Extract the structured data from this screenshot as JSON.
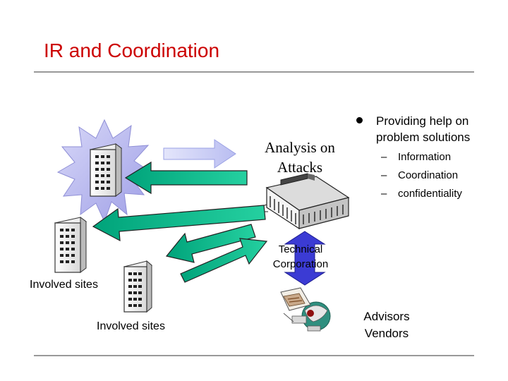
{
  "slide": {
    "title": "IR and Coordination",
    "analysis_line1": "Analysis on",
    "analysis_line2": "Attacks",
    "bullet": {
      "line1": "Providing help on",
      "line2": "problem solutions",
      "subitems": [
        "Information",
        "Coordination",
        "confidentiality"
      ],
      "dash": "–"
    },
    "technical_line1": "Technical",
    "technical_line2": "Corporation",
    "involved_sites_left": "Involved sites",
    "involved_sites_bottom": "Involved sites",
    "advisors": "Advisors",
    "vendors": "Vendors"
  },
  "colors": {
    "title": "#cc0000",
    "green_arrow": "#00b386",
    "lavender_arrow": "#c8ccf4",
    "starburst": "#b7b7ee",
    "double_arrow": "#3b3bd4"
  },
  "icons": [
    "starburst-icon",
    "building-icon",
    "office-complex-icon",
    "workstation-icon"
  ]
}
